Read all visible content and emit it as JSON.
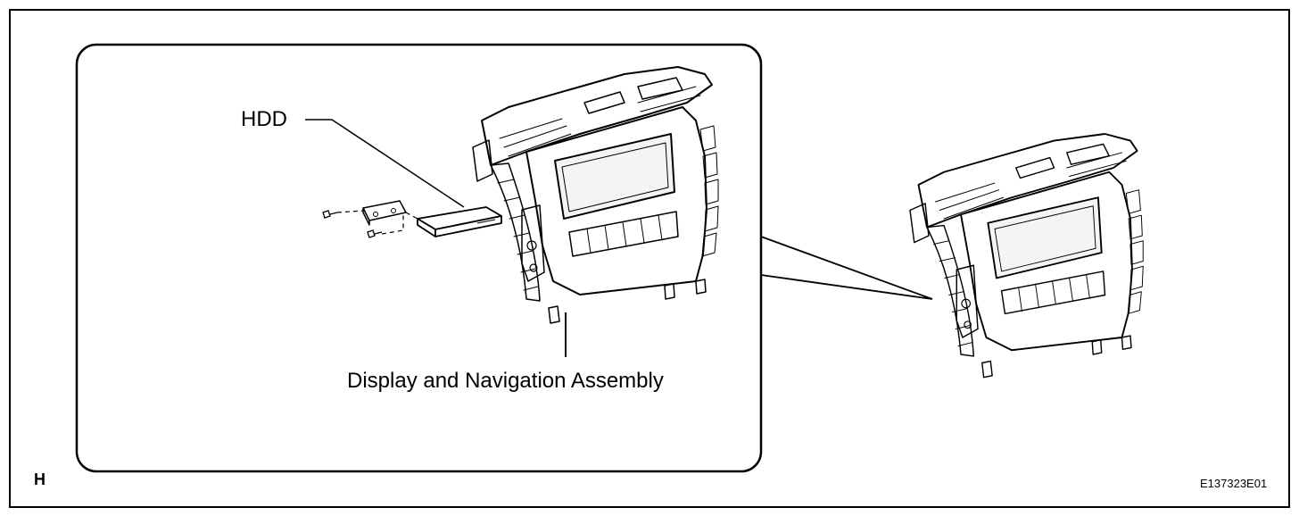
{
  "labels": {
    "hdd": "HDD",
    "display_nav_assembly": "Display and Navigation Assembly",
    "sheet_letter": "H",
    "figure_code": "E137323E01"
  },
  "colors": {
    "line": "#000000",
    "background": "#ffffff",
    "glass": "#f4f4f4"
  }
}
